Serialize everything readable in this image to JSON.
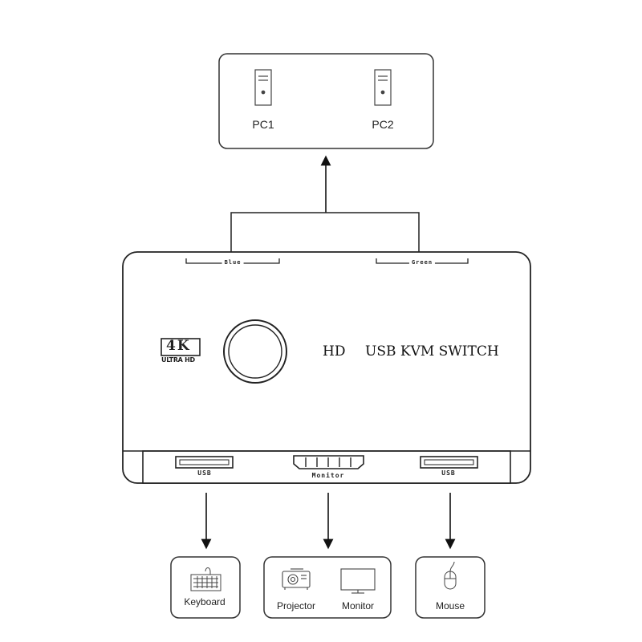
{
  "computers": [
    {
      "label": "PC1",
      "icon": "pc-tower-icon"
    },
    {
      "label": "PC2",
      "icon": "pc-tower-icon"
    }
  ],
  "cables": {
    "blue_label": "Blue",
    "green_label": "Green"
  },
  "switch": {
    "badge_main": "4K",
    "badge_sub": "ULTRA HD",
    "hd_label": "HD",
    "title": "USB KVM SWITCH",
    "button_icon": "round-switch-button",
    "ports": {
      "usb_left": "USB",
      "monitor": "Monitor",
      "usb_right": "USB"
    }
  },
  "devices": {
    "keyboard": {
      "label": "Keyboard",
      "icon": "keyboard-icon"
    },
    "projector": {
      "label": "Projector",
      "icon": "projector-icon"
    },
    "monitor": {
      "label": "Monitor",
      "icon": "monitor-icon"
    },
    "mouse": {
      "label": "Mouse",
      "icon": "mouse-icon"
    }
  }
}
